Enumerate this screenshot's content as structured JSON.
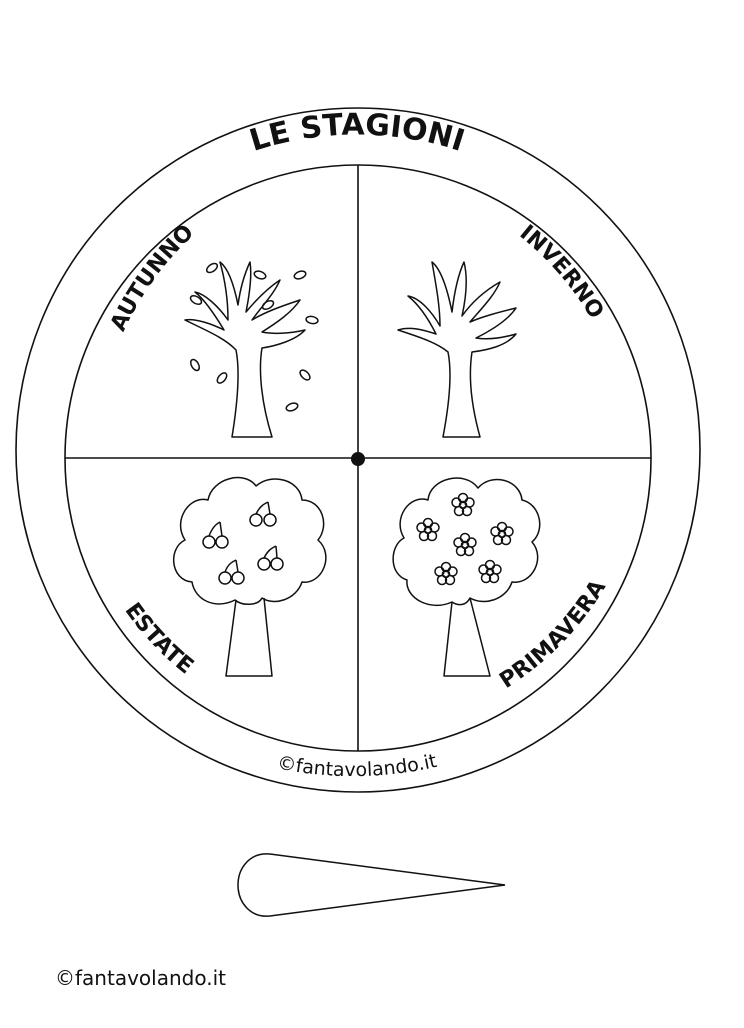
{
  "title": "LE STAGIONI",
  "seasons": {
    "autumn": "AUTUNNO",
    "winter": "INVERNO",
    "summer": "ESTATE",
    "spring": "PRIMAVERA"
  },
  "watermark_wheel": "©fantavolando.it",
  "watermark_page": "©fantavolando.it",
  "colors": {
    "ink": "#111111",
    "paper": "#ffffff"
  },
  "icons": [
    "bare-tree-with-leaves-icon",
    "bare-tree-icon",
    "cherry-tree-icon",
    "flower-tree-icon",
    "spinner-pointer-icon"
  ]
}
